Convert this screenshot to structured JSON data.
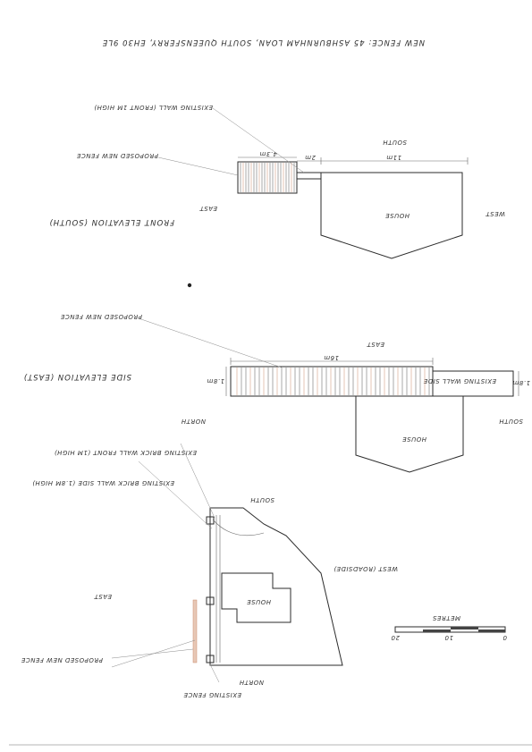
{
  "title": "NEW FENCE: 45 ASHBURNHAM LOAN, SOUTH QUEENSFERRY, EH30 9LE",
  "front_elevation": {
    "label": "FRONT ELEVATION (SOUTH)",
    "existing_wall": "EXISTING WALL (FRONT 1M HIGH)",
    "proposed_fence": "PROPOSED NEW FENCE",
    "dim_fence": "4.3m",
    "dim_gap": "2m",
    "dim_house": "11m",
    "south": "SOUTH",
    "east": "EAST",
    "west": "WEST",
    "house": "HOUSE"
  },
  "side_elevation": {
    "label": "SIDE ELEVATION (EAST)",
    "proposed_fence": "PROPOSED NEW FENCE",
    "dim_length": "16m",
    "dim_height_fence": "1.8m",
    "dim_height_wall": "1.8m",
    "existing_wall_side": "EXISTING WALL SIDE",
    "east": "EAST",
    "north": "NORTH",
    "south": "SOUTH",
    "house": "HOUSE"
  },
  "site_plan": {
    "existing_front": "EXISTING BRICK WALL FRONT (1M HIGH)",
    "existing_side": "EXISTING BRICK WALL SIDE (1.8M HIGH)",
    "south": "SOUTH",
    "east": "EAST",
    "west": "WEST (ROADSIDE)",
    "north": "NORTH",
    "house": "HOUSE",
    "proposed_fence": "PROPOSED NEW FENCE",
    "existing_fence": "EXISTING FENCE",
    "scale_title": "METRES",
    "scale_0": "0",
    "scale_10": "10",
    "scale_20": "20"
  }
}
